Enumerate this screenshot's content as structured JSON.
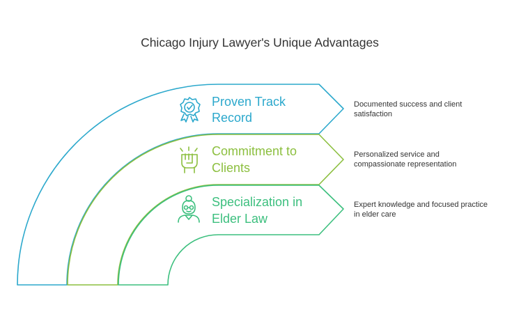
{
  "title": "Chicago Injury Lawyer's Unique Advantages",
  "colors": {
    "title": "#333333",
    "description": "#333333",
    "band_1": "#2BA8CC",
    "band_2": "#8CBF3F",
    "band_3": "#3CBF7E"
  },
  "items": [
    {
      "label_line1": "Proven Track",
      "label_line2": "Record",
      "description_line1": "Documented success and client",
      "description_line2": "satisfaction",
      "icon": "award-ribbon-icon",
      "color": "#2BA8CC"
    },
    {
      "label_line1": "Commitment to",
      "label_line2": "Clients",
      "description_line1": "Personalized service and",
      "description_line2": "compassionate representation",
      "icon": "raised-fist-icon",
      "color": "#8CBF3F"
    },
    {
      "label_line1": "Specialization in",
      "label_line2": "Elder Law",
      "description_line1": "Expert knowledge and focused practice",
      "description_line2": "in elder care",
      "icon": "elderly-woman-icon",
      "color": "#3CBF7E"
    }
  ]
}
